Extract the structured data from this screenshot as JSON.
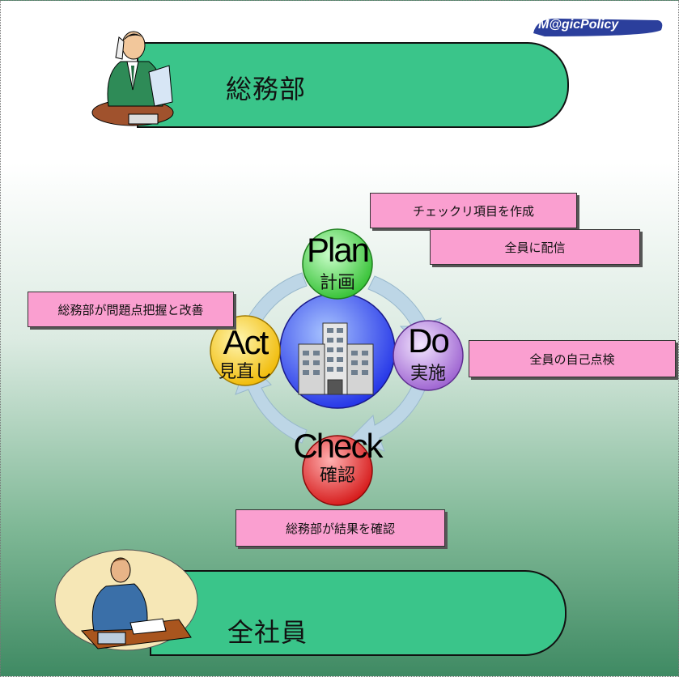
{
  "logo_text": "M@gicPolicy",
  "top_banner": {
    "label": "総務部"
  },
  "bottom_banner": {
    "label": "全社員"
  },
  "cycle": {
    "plan": {
      "word": "Plan",
      "jp": "計画"
    },
    "do": {
      "word": "Do",
      "jp": "実施"
    },
    "check": {
      "word": "Check",
      "jp": "確認"
    },
    "act": {
      "word": "Act",
      "jp": "見直し"
    }
  },
  "notes": {
    "plan_1": "チェックリ項目を作成",
    "plan_2": "全員に配信",
    "act": "総務部が問題点把握と改善",
    "do": "全員の自己点検",
    "check": "総務部が結果を確認"
  },
  "colors": {
    "banner": "#3ac58a",
    "note_box": "#fa9fd0",
    "plan": "#33cc33",
    "do": "#9966cc",
    "check": "#e01b1b",
    "act": "#f5c400",
    "center": "#2a3df0"
  }
}
